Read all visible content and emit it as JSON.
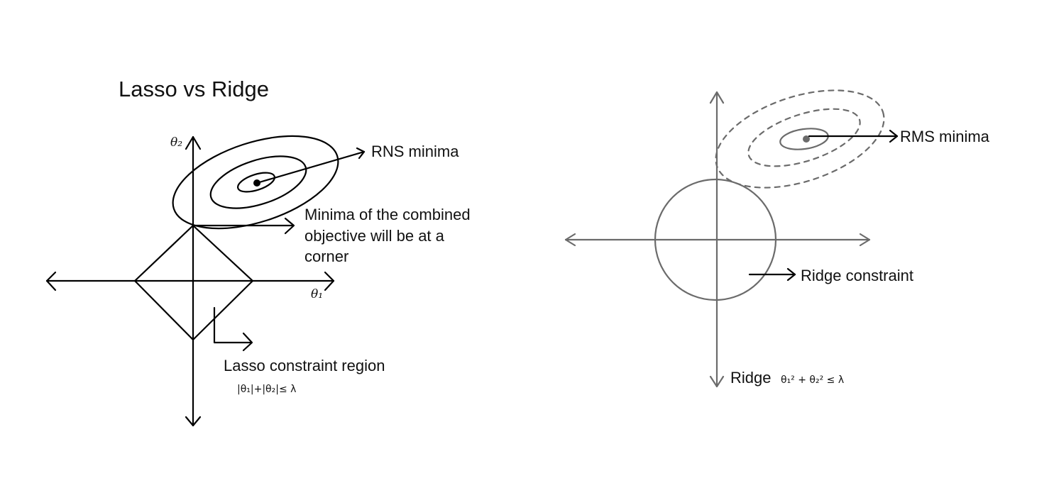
{
  "title": "Lasso vs Ridge",
  "lasso": {
    "axis_y_label": "θ₂",
    "axis_x_label": "θ₁",
    "minima_label": "RNS minima",
    "corner_label_lines": [
      "Minima of the combined",
      "objective will be at a",
      "corner"
    ],
    "constraint_label": "Lasso constraint region",
    "constraint_formula": "|θ₁|+|θ₂|≤ λ"
  },
  "ridge": {
    "minima_label": "RMS minima",
    "constraint_label": "Ridge constraint",
    "footer_label": "Ridge",
    "footer_formula": "θ₁² + θ₂² ≤ λ"
  },
  "colors": {
    "lasso_ink": "#000000",
    "ridge_ink": "#6b6b6b"
  }
}
